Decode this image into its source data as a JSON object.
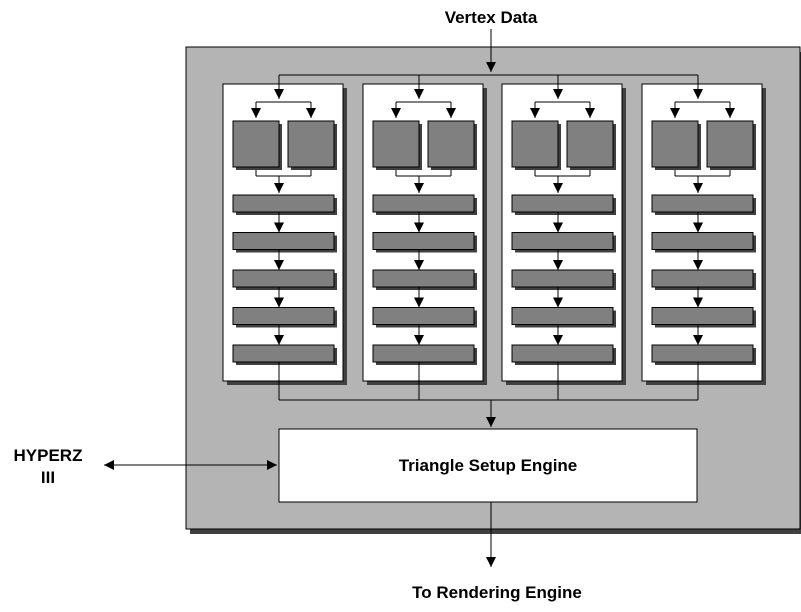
{
  "labels": {
    "input": "Vertex Data",
    "setup_engine": "Triangle Setup Engine",
    "side_line1": "HYPERZ",
    "side_line2": "III",
    "output": "To Rendering Engine"
  },
  "pipelines": {
    "count": 4,
    "units_per_pipeline": 2,
    "stages_per_pipeline": 5
  },
  "colors": {
    "outer_chip": "#b4b4b4",
    "block_fill": "#808080",
    "panel_fill": "#ffffff",
    "shadow": "#404040",
    "line": "#000000"
  }
}
